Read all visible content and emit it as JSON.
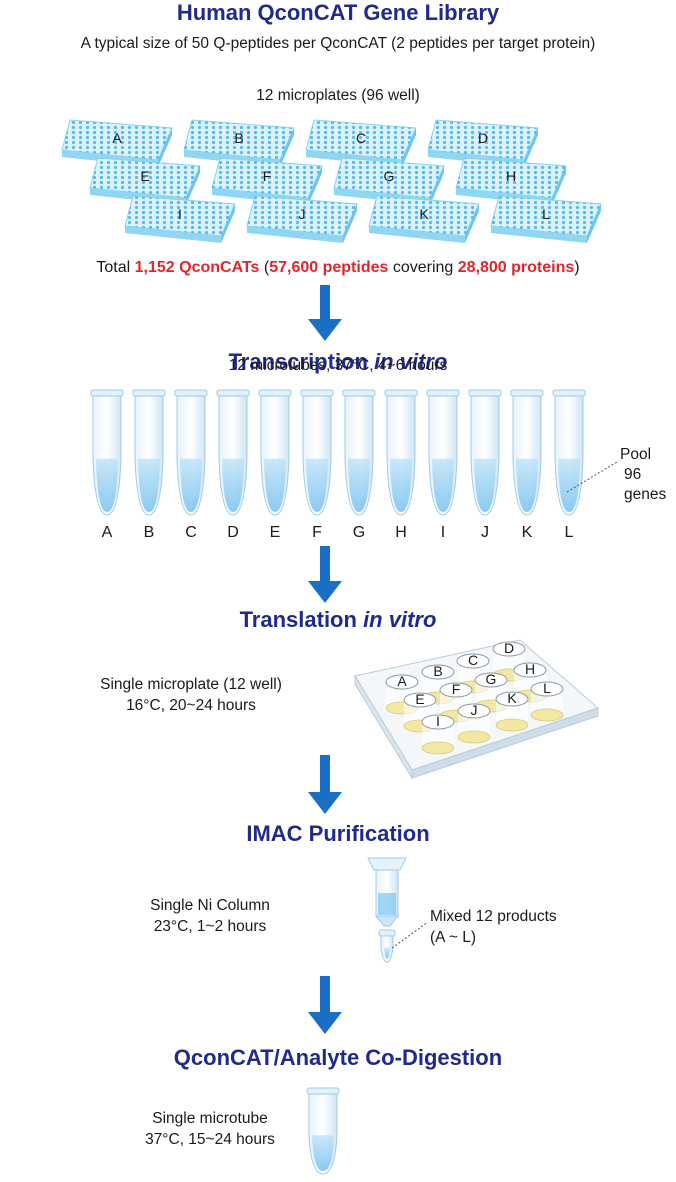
{
  "library": {
    "title": "Human QconCAT Gene Library",
    "subtitle": "A typical size of 50 Q-peptides per QconCAT (2 peptides per target protein)",
    "plates_label": "12 microplates (96 well)",
    "plate_letters": [
      "A",
      "B",
      "C",
      "D",
      "E",
      "F",
      "G",
      "H",
      "I",
      "J",
      "K",
      "L"
    ],
    "total": {
      "prefix": "Total ",
      "qconcats": "1,152 QconCATs",
      "mid1": " (",
      "peptides": "57,600 peptides",
      "mid2": " covering ",
      "proteins": "28,800 proteins",
      "suffix": ")"
    }
  },
  "transcription": {
    "title_main": "Transcription ",
    "title_italic": "in vitro",
    "conditions": "12 microtubes, 37°C, 4~6 hours",
    "tube_letters": [
      "A",
      "B",
      "C",
      "D",
      "E",
      "F",
      "G",
      "H",
      "I",
      "J",
      "K",
      "L"
    ],
    "pool_line1": "Pool",
    "pool_line2": "96 genes"
  },
  "translation": {
    "title_main": "Translation ",
    "title_italic": "in vitro",
    "line1": "Single microplate (12 well)",
    "line2": "16°C, 20~24 hours",
    "well_letters": [
      "A",
      "B",
      "C",
      "D",
      "E",
      "F",
      "G",
      "H",
      "I",
      "J",
      "K",
      "L"
    ]
  },
  "purification": {
    "title": "IMAC Purification",
    "line1": "Single Ni Column",
    "line2": "23°C, 1~2 hours",
    "product_line1": "Mixed 12 products",
    "product_line2": "(A ~ L)"
  },
  "digestion": {
    "title": "QconCAT/Analyte Co-Digestion",
    "line1": "Single microtube",
    "line2": "37°C, 15~24 hours"
  },
  "colors": {
    "heading": "#1f2a8a",
    "highlight": "#e0262b",
    "arrow": "#1a6fc4",
    "plate": "#aee3f7",
    "tube": "#cfe7f7",
    "tube_liquid": "#7cc4ef",
    "well_liquid": "#f2e7a3"
  }
}
